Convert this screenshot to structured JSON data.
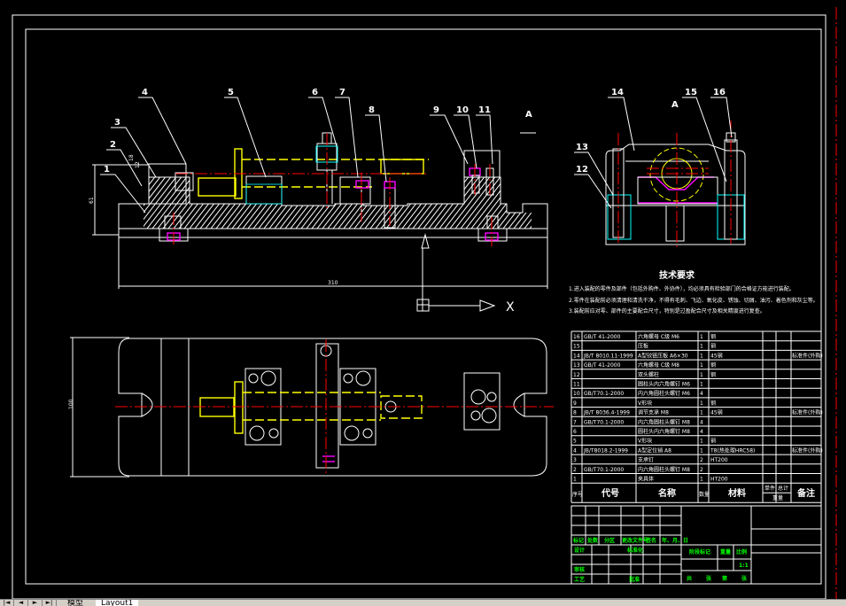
{
  "app": {
    "type": "CAD drawing viewer"
  },
  "drawing": {
    "view_label_A": "A",
    "section_label_A": "A",
    "part_labels_front": [
      "1",
      "2",
      "3",
      "4",
      "5",
      "6",
      "7",
      "8",
      "9",
      "10",
      "11"
    ],
    "part_labels_side": [
      "12",
      "13",
      "14",
      "15",
      "16"
    ],
    "dimensions": {
      "height_left": "61",
      "overall_length": "310",
      "width_top_view": "100",
      "small_dims": [
        "18",
        "12"
      ]
    },
    "ucs_icon": {
      "axis_label": "X"
    }
  },
  "tech_requirements": {
    "title": "技术要求",
    "lines": [
      "1.进入装配的零件及部件（包括外购件、外协件），均必须具有检验部门的合格证方能进行装配。",
      "2.零件在装配前必须清理和清洗干净，不得有毛刺、飞边、氧化皮、锈蚀、切屑、油污、着色剂和灰尘等。",
      "3.装配前应对零、部件的主要配合尺寸，特别是过盈配合尺寸及相关精度进行复查。"
    ]
  },
  "bom": {
    "rows": [
      {
        "no": "16",
        "code": "GB/T 41-2000",
        "name": "六角螺母 C级 M6",
        "qty": "1",
        "material": "钢",
        "remark": ""
      },
      {
        "no": "15",
        "code": "",
        "name": "压板",
        "qty": "1",
        "material": "钢",
        "remark": ""
      },
      {
        "no": "14",
        "code": "JB/T 8010.11-1999",
        "name": "A型铰链压板 A6×30",
        "qty": "1",
        "material": "45钢",
        "remark": "标准件(外购)"
      },
      {
        "no": "13",
        "code": "GB/T 41-2000",
        "name": "六角螺母 C级 M8",
        "qty": "1",
        "material": "钢",
        "remark": ""
      },
      {
        "no": "12",
        "code": "",
        "name": "双头螺柱",
        "qty": "1",
        "material": "钢",
        "remark": ""
      },
      {
        "no": "11",
        "code": "",
        "name": "圆柱头内六角螺钉 M6",
        "qty": "1",
        "material": "",
        "remark": ""
      },
      {
        "no": "10",
        "code": "GB/T70.1-2000",
        "name": "内六角圆柱头螺钉 M6",
        "qty": "4",
        "material": "",
        "remark": ""
      },
      {
        "no": "9",
        "code": "",
        "name": "V形块",
        "qty": "1",
        "material": "钢",
        "remark": ""
      },
      {
        "no": "8",
        "code": "JB/T 8036.4-1999",
        "name": "调节支承 M8",
        "qty": "1",
        "material": "45钢",
        "remark": "标准件(外购)"
      },
      {
        "no": "7",
        "code": "GB/T70.1-2000",
        "name": "内六角圆柱头螺钉 M8",
        "qty": "4",
        "material": "",
        "remark": ""
      },
      {
        "no": "6",
        "code": "",
        "name": "圆柱头内六角螺钉 M8",
        "qty": "4",
        "material": "",
        "remark": ""
      },
      {
        "no": "5",
        "code": "",
        "name": "V形块",
        "qty": "1",
        "material": "钢",
        "remark": ""
      },
      {
        "no": "4",
        "code": "JB/T8018.2-1999",
        "name": "A型定位销 A8",
        "qty": "1",
        "material": "T8(热处理HRC58)",
        "remark": "标准件(外购)"
      },
      {
        "no": "3",
        "code": "",
        "name": "支承钉",
        "qty": "2",
        "material": "HT200",
        "remark": ""
      },
      {
        "no": "2",
        "code": "GB/T70.1-2000",
        "name": "内六角圆柱头螺钉 M8",
        "qty": "2",
        "material": "",
        "remark": ""
      },
      {
        "no": "1",
        "code": "",
        "name": "夹具体",
        "qty": "1",
        "material": "HT200",
        "remark": ""
      }
    ],
    "header": {
      "no": "序号",
      "code": "代号",
      "name": "名称",
      "qty": "数量",
      "material": "材料",
      "single": "单件",
      "total": "总计",
      "weight": "重量",
      "remark": "备注"
    }
  },
  "title_block": {
    "mark_row": [
      "标记",
      "处数",
      "分区",
      "更改文件号",
      "签名",
      "年、月、日"
    ],
    "design": "设计",
    "standardize": "标准化",
    "review": "审核",
    "process": "工艺",
    "approve": "批准",
    "stage_mark": "阶段标记",
    "weight": "重量",
    "scale": "比例",
    "scale_value": "1:1",
    "sheet_row": [
      "共",
      "张",
      "第",
      "张"
    ]
  },
  "tabs": {
    "nav_buttons": [
      "|◄",
      "◄",
      "►",
      "►|"
    ],
    "items": [
      {
        "label": "模型",
        "active": false
      },
      {
        "label": "Layout1",
        "active": true
      }
    ]
  }
}
